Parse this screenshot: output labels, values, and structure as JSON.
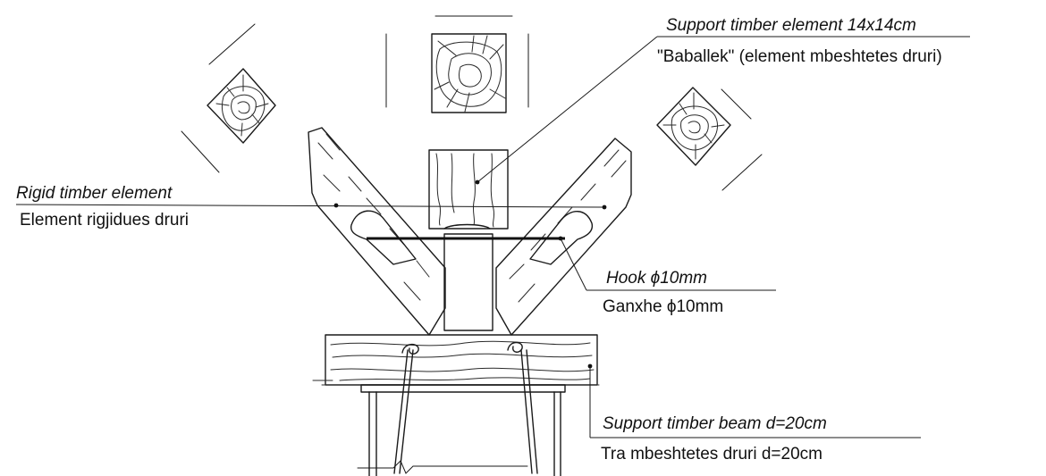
{
  "labels": {
    "support_element_en": "Support timber element 14x14cm",
    "support_element_sq": "\"Baballek\" (element mbeshtetes druri)",
    "rigid_element_en": "Rigid timber element",
    "rigid_element_sq": "Element rigjidues druri",
    "hook_en": "Hook  ϕ10mm",
    "hook_sq": "Ganxhe ϕ10mm",
    "beam_en": "Support timber beam d=20cm",
    "beam_sq": "Tra mbeshtetes druri d=20cm"
  }
}
